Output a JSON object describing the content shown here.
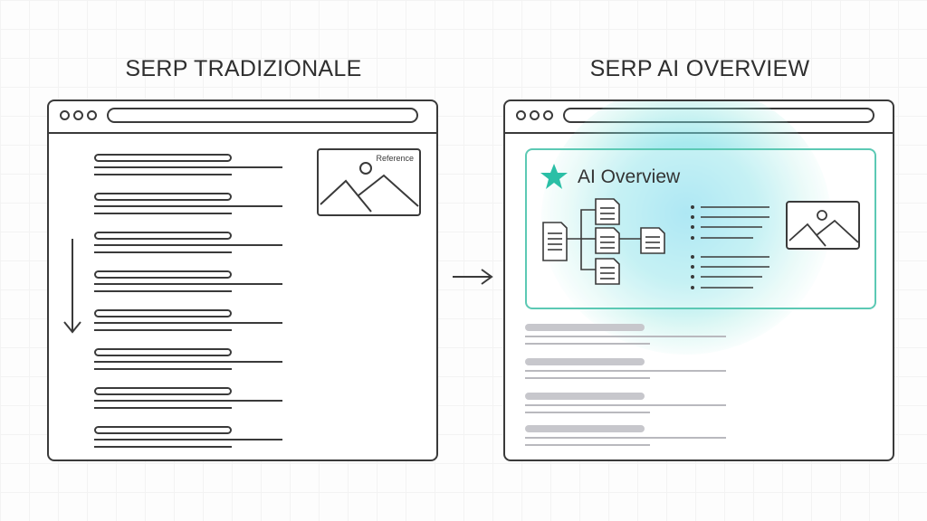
{
  "left_panel": {
    "title": "SERP TRADIZIONALE",
    "image_label": "Reference",
    "result_count": 8,
    "icons": [
      "scroll-down-arrow-icon",
      "image-placeholder-icon"
    ]
  },
  "right_panel": {
    "title": "SERP AI OVERVIEW",
    "overview_title": "AI Overview",
    "accent_color": "#2bbfa6",
    "icons": [
      "star-icon",
      "document-tree-icon",
      "image-placeholder-icon"
    ],
    "result_count": 4
  },
  "transition_icon": "right-arrow-icon",
  "colors": {
    "line": "#3a3a3a",
    "glow": "#6ed6eb",
    "card_border": "#5cc9b4",
    "muted_bar": "#c7c7cc"
  }
}
